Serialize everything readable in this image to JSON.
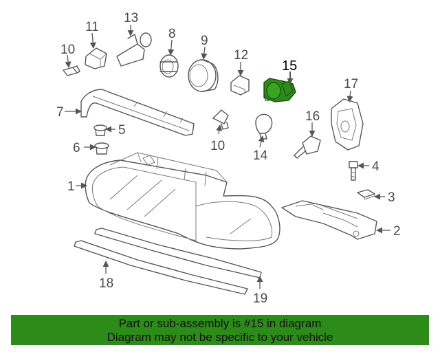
{
  "diagram": {
    "highlight_color": "#2d8b1a",
    "callouts": [
      {
        "id": "c1",
        "label": "1"
      },
      {
        "id": "c2",
        "label": "2"
      },
      {
        "id": "c3",
        "label": "3"
      },
      {
        "id": "c4",
        "label": "4"
      },
      {
        "id": "c5",
        "label": "5"
      },
      {
        "id": "c6",
        "label": "6"
      },
      {
        "id": "c7",
        "label": "7"
      },
      {
        "id": "c8",
        "label": "8"
      },
      {
        "id": "c9",
        "label": "9"
      },
      {
        "id": "c10a",
        "label": "10"
      },
      {
        "id": "c10b",
        "label": "10"
      },
      {
        "id": "c11",
        "label": "11"
      },
      {
        "id": "c12",
        "label": "12"
      },
      {
        "id": "c13",
        "label": "13"
      },
      {
        "id": "c14",
        "label": "14"
      },
      {
        "id": "c15",
        "label": "15"
      },
      {
        "id": "c16",
        "label": "16"
      },
      {
        "id": "c17",
        "label": "17"
      },
      {
        "id": "c18",
        "label": "18"
      },
      {
        "id": "c19",
        "label": "19"
      }
    ]
  },
  "banner": {
    "line1": "Part or sub-assembly is #15 in diagram",
    "line2": "Diagram may not be specific to your vehicle",
    "background": "#2d8b1a"
  }
}
